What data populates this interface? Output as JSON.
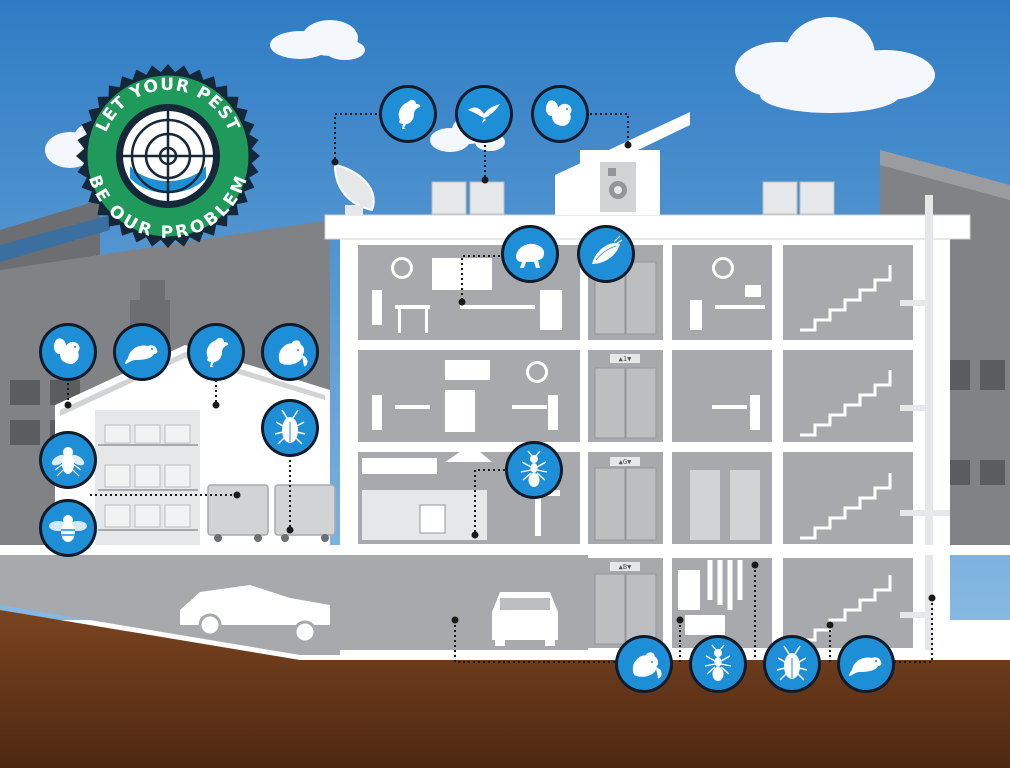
{
  "badge": {
    "line1": "LET YOUR PEST",
    "line2": "BE OUR PROBLEM"
  },
  "elevator_labels": [
    "▲1▼",
    "▲G▼",
    "▲B▼"
  ],
  "colors": {
    "sky_top": "#2f7cc4",
    "sky_bottom": "#7fb2dd",
    "ground": "#6a3a1c",
    "building_white": "#ffffff",
    "room_grey": "#a7a9ac",
    "pest_circle": "#1e8fd6",
    "pest_ring": "#0d1b2a",
    "badge_green": "#1f9a5a",
    "badge_dark": "#14283a"
  },
  "pests": [
    {
      "id": "pigeon-roof",
      "kind": "pigeon"
    },
    {
      "id": "gull-roof",
      "kind": "gull"
    },
    {
      "id": "squirrel-roof",
      "kind": "squirrel"
    },
    {
      "id": "flea-attic",
      "kind": "flea"
    },
    {
      "id": "moth-attic",
      "kind": "moth"
    },
    {
      "id": "squirrel-left",
      "kind": "squirrel"
    },
    {
      "id": "rat-left",
      "kind": "rat"
    },
    {
      "id": "pigeon-left",
      "kind": "pigeon"
    },
    {
      "id": "mouse-left",
      "kind": "mouse"
    },
    {
      "id": "cockroach-left",
      "kind": "cockroach"
    },
    {
      "id": "fly-left",
      "kind": "fly"
    },
    {
      "id": "bee-left",
      "kind": "bee"
    },
    {
      "id": "ant-kitchen",
      "kind": "ant"
    },
    {
      "id": "mouse-basement",
      "kind": "mouse"
    },
    {
      "id": "ant-basement",
      "kind": "ant"
    },
    {
      "id": "cockroach-basement",
      "kind": "cockroach"
    },
    {
      "id": "rat-basement",
      "kind": "rat"
    }
  ]
}
